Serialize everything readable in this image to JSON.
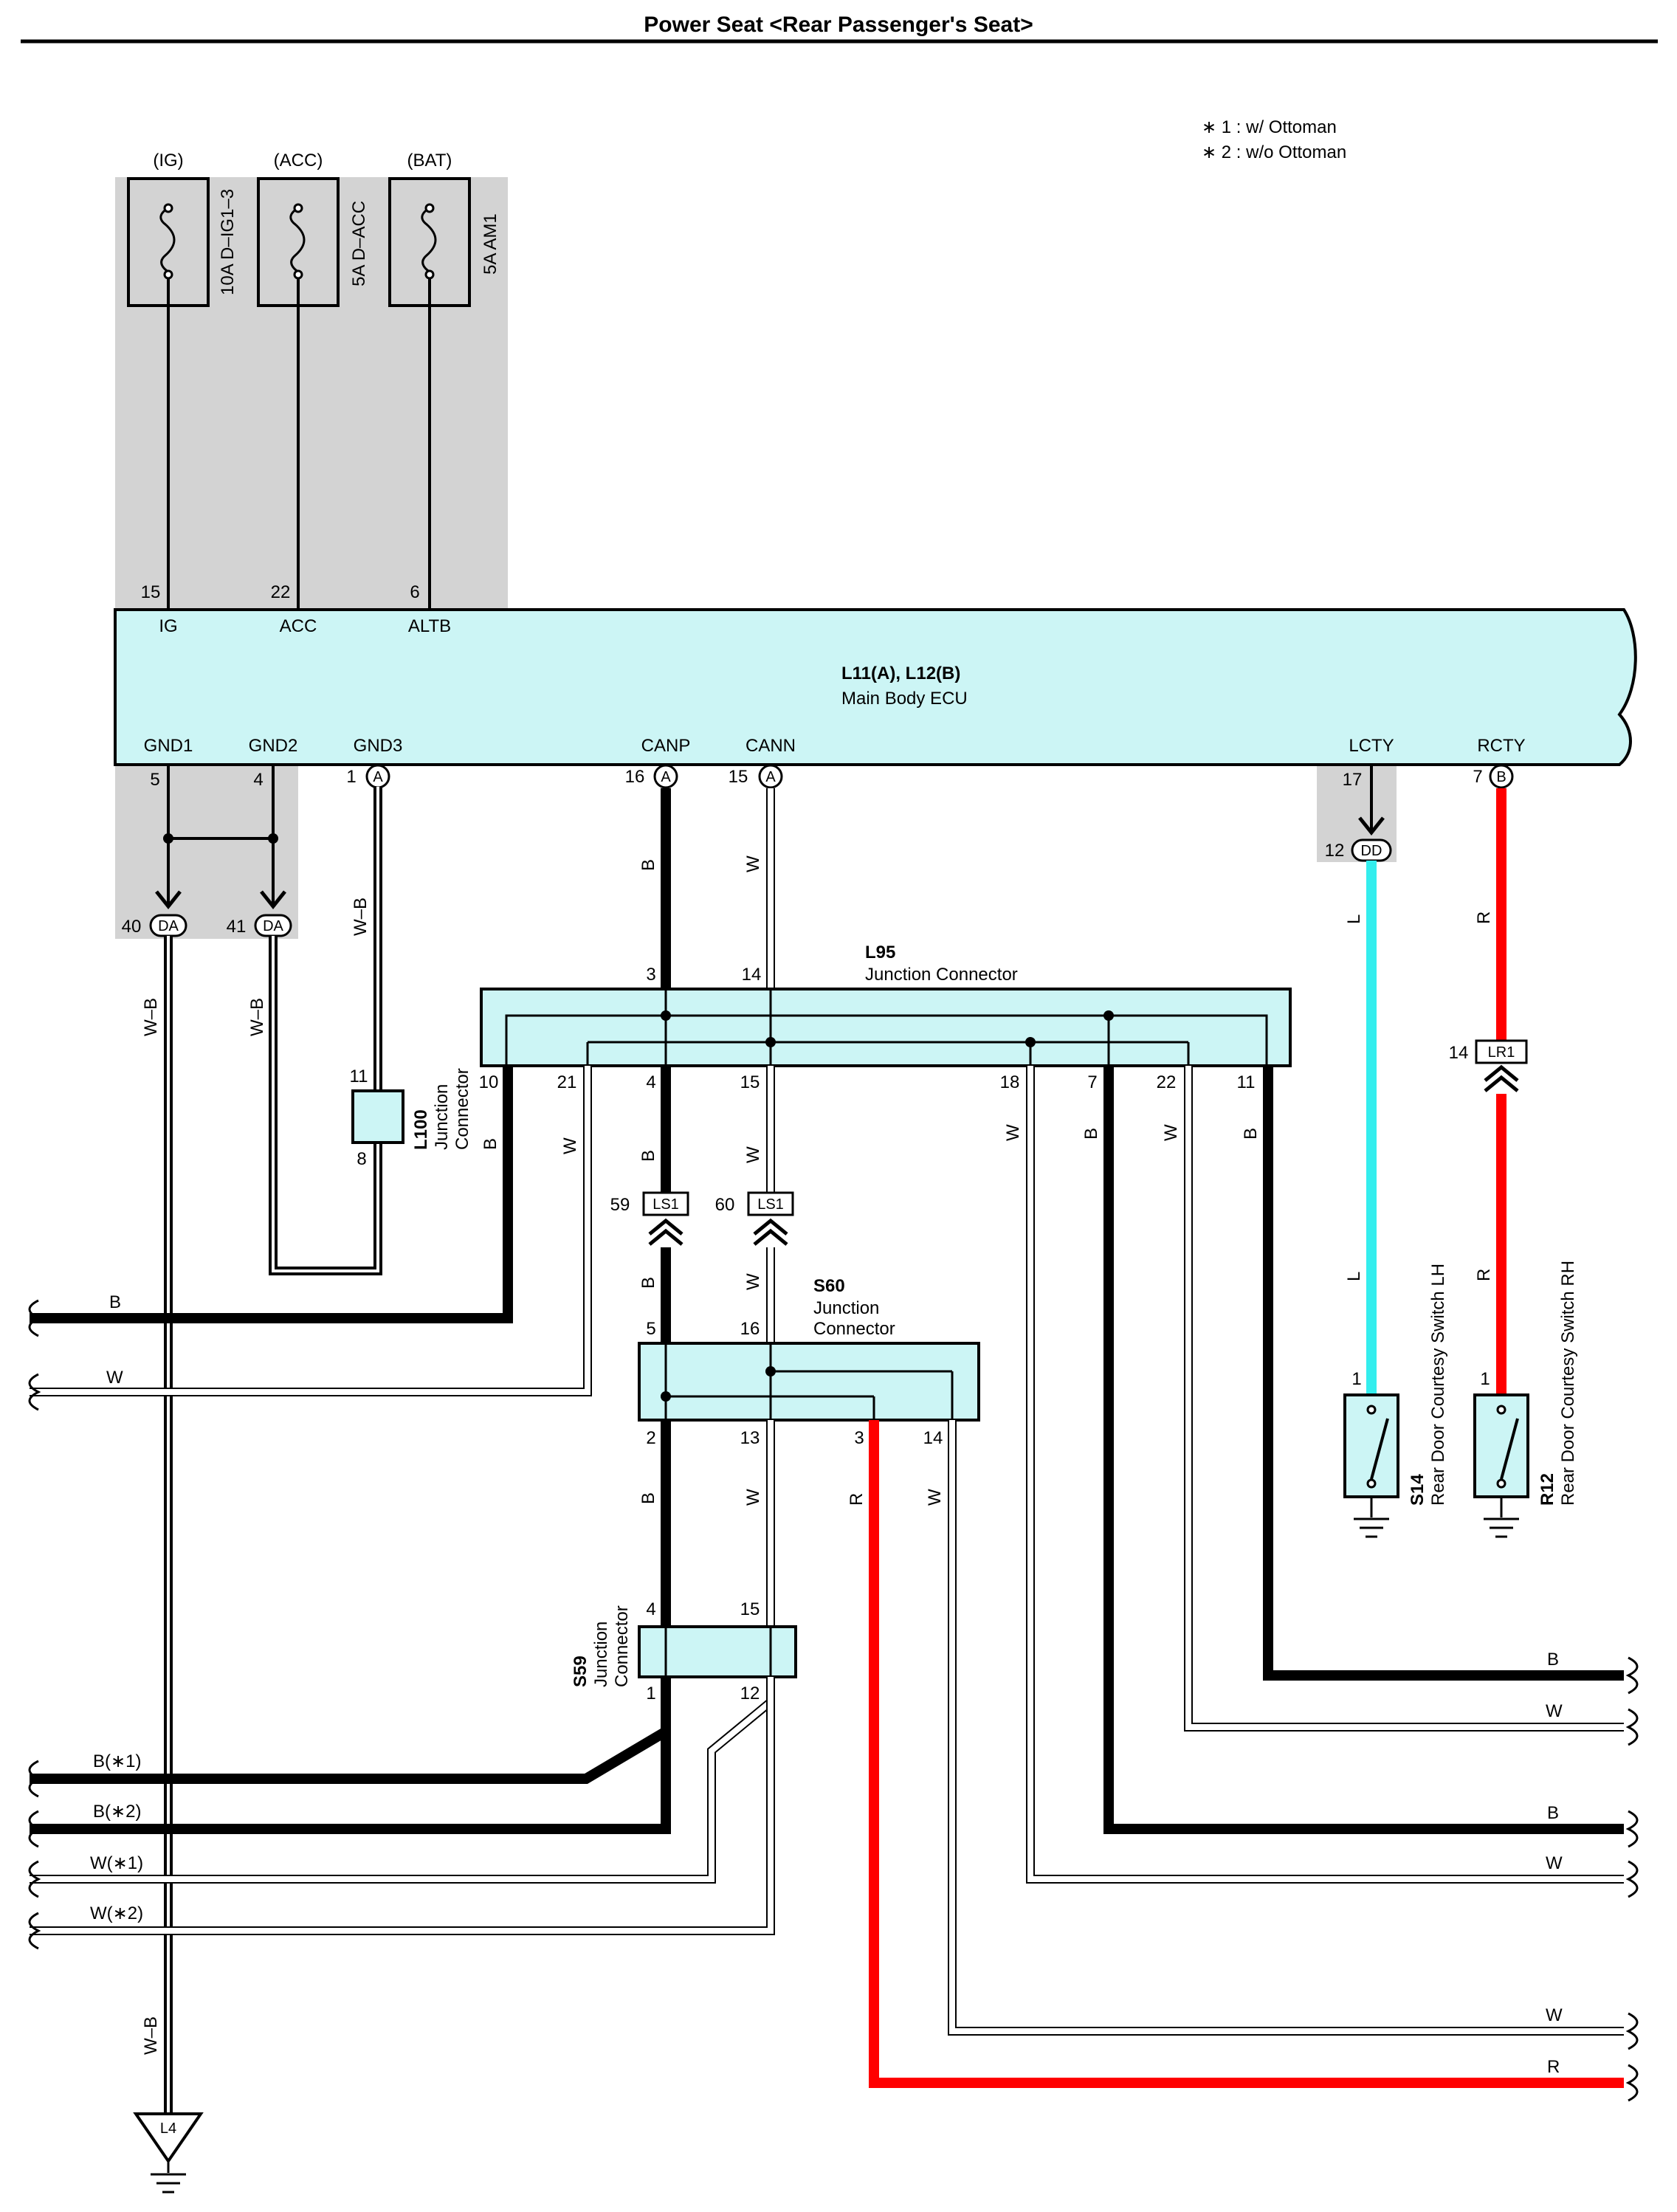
{
  "title": "Power Seat <Rear Passenger's Seat>",
  "notes": [
    "∗ 1 : w/ Ottoman",
    "∗ 2 : w/o Ottoman"
  ],
  "colors": {
    "shade": "#d3d3d3",
    "connector_fill": "#ccf5f5",
    "ecu_fill": "#ccf5f5",
    "black_wire": "#000000",
    "white_wire": "#ffffff",
    "red_wire": "#ff0000",
    "blue_wire": "#33eeee"
  },
  "fuses": [
    {
      "source": "(IG)",
      "rating": "10A D–IG1–3"
    },
    {
      "source": "(ACC)",
      "rating": "5A D–ACC"
    },
    {
      "source": "(BAT)",
      "rating": "5A AM1"
    }
  ],
  "ecu": {
    "id": "L11(A), L12(B)",
    "name": "Main Body ECU",
    "top_pins": [
      {
        "num": "15",
        "name": "IG"
      },
      {
        "num": "22",
        "name": "ACC"
      },
      {
        "num": "6",
        "name": "ALTB"
      }
    ],
    "bottom_pins": [
      {
        "num": "5",
        "name": "GND1",
        "conn": ""
      },
      {
        "num": "4",
        "name": "GND2",
        "conn": ""
      },
      {
        "num": "1",
        "name": "GND3",
        "conn": "A"
      },
      {
        "num": "16",
        "name": "CANP",
        "conn": "A"
      },
      {
        "num": "15",
        "name": "CANN",
        "conn": "A"
      },
      {
        "num": "17",
        "name": "LCTY",
        "conn": ""
      },
      {
        "num": "7",
        "name": "RCTY",
        "conn": "B"
      }
    ]
  },
  "inline_connectors": [
    {
      "id": "DA",
      "pin": "40"
    },
    {
      "id": "DA",
      "pin": "41"
    },
    {
      "id": "DD",
      "pin": "12"
    },
    {
      "id": "LS1",
      "pin": "59"
    },
    {
      "id": "LS1",
      "pin": "60"
    },
    {
      "id": "LR1",
      "pin": "14"
    }
  ],
  "l95": {
    "id": "L95",
    "name": "Junction Connector",
    "top_pins": [
      "3",
      "14"
    ],
    "bottom_pins": [
      "10",
      "21",
      "4",
      "15",
      "18",
      "7",
      "22",
      "11"
    ]
  },
  "l100": {
    "id": "L100",
    "name": "Junction Connector",
    "pins": [
      "11",
      "8"
    ]
  },
  "s60": {
    "id": "S60",
    "name_line1": "Junction",
    "name_line2": "Connector",
    "top_pins": [
      "5",
      "16"
    ],
    "bottom_pins": [
      "2",
      "13",
      "3",
      "14"
    ]
  },
  "s59": {
    "id": "S59",
    "name_line1": "Junction",
    "name_line2": "Connector",
    "top_pins": [
      "4",
      "15"
    ],
    "bottom_pins": [
      "1",
      "12"
    ]
  },
  "switches": [
    {
      "id": "S14",
      "name": "Rear Door Courtesy Switch LH",
      "pin": "1"
    },
    {
      "id": "R12",
      "name": "Rear Door Courtesy Switch RH",
      "pin": "1"
    }
  ],
  "ground": {
    "id": "L4"
  },
  "wire_colors": {
    "b": "B",
    "w": "W",
    "wb": "W–B",
    "l": "L",
    "r": "R",
    "b1": "B(∗1)",
    "b2": "B(∗2)",
    "w1": "W(∗1)",
    "w2": "W(∗2)"
  }
}
